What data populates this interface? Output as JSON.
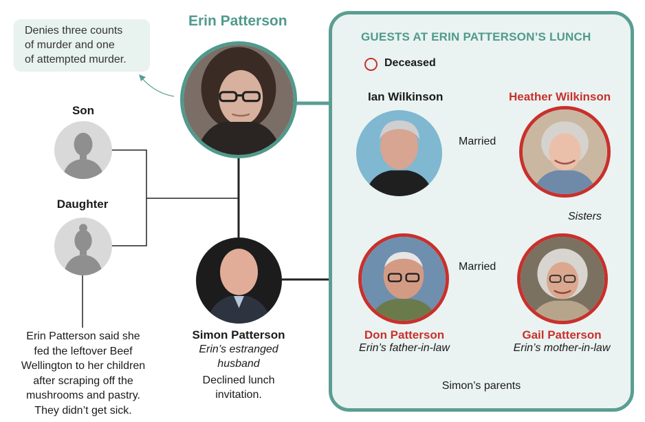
{
  "colors": {
    "teal": "#4f9a8c",
    "red": "#c9302c",
    "panel": "#eaf3f1"
  },
  "main_person": {
    "name": "Erin Patterson"
  },
  "callout": {
    "lines": [
      "Denies three counts",
      "of murder and one",
      "of attempted murder."
    ]
  },
  "guests": {
    "title": "GUESTS AT ERIN PATTERSON’S LUNCH",
    "legend_label": "Deceased",
    "ian": {
      "name": "Ian Wilkinson"
    },
    "heather": {
      "name": "Heather Wilkinson"
    },
    "don": {
      "name": "Don Patterson",
      "role": "Erin’s father-in-law"
    },
    "gail": {
      "name": "Gail Patterson",
      "role": "Erin’s mother-in-law"
    },
    "married_label_1": "Married",
    "married_label_2": "Married",
    "sisters_label": "Sisters",
    "parents_label": "Simon’s parents"
  },
  "children": {
    "son_label": "Son",
    "daughter_label": "Daughter",
    "note_lines": [
      "Erin Patterson said she",
      "fed the leftover Beef",
      "Wellington to her children",
      "after scraping off the",
      "mushrooms and pastry.",
      "They didn’t get sick."
    ]
  },
  "simon": {
    "name": "Simon Patterson",
    "role_lines": [
      "Erin’s estranged",
      "husband"
    ],
    "note_lines": [
      "Declined lunch",
      "invitation."
    ]
  }
}
